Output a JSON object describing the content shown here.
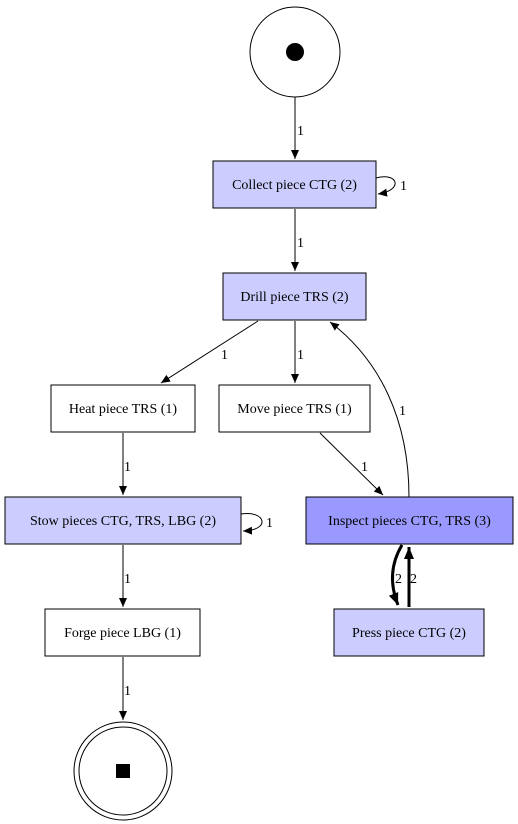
{
  "colors": {
    "white": "#ffffff",
    "light_purple": "#ccccff",
    "medium_purple": "#9999ff"
  },
  "start_place": {
    "icon": "filled-circle-token"
  },
  "end_place": {
    "icon": "filled-square-token"
  },
  "nodes": [
    {
      "id": "collect",
      "label": "Collect piece CTG (2)",
      "fill": "light_purple"
    },
    {
      "id": "drill",
      "label": "Drill piece TRS (2)",
      "fill": "light_purple"
    },
    {
      "id": "heat",
      "label": "Heat piece TRS (1)",
      "fill": "white"
    },
    {
      "id": "move",
      "label": "Move piece TRS (1)",
      "fill": "white"
    },
    {
      "id": "stow",
      "label": "Stow pieces CTG, TRS, LBG (2)",
      "fill": "light_purple"
    },
    {
      "id": "inspect",
      "label": "Inspect pieces CTG, TRS (3)",
      "fill": "medium_purple"
    },
    {
      "id": "forge",
      "label": "Forge piece LBG (1)",
      "fill": "white"
    },
    {
      "id": "press",
      "label": "Press piece CTG (2)",
      "fill": "light_purple"
    }
  ],
  "edges": [
    {
      "id": "start-collect",
      "label": "1"
    },
    {
      "id": "collect-self",
      "label": "1"
    },
    {
      "id": "collect-drill",
      "label": "1"
    },
    {
      "id": "drill-heat",
      "label": "1"
    },
    {
      "id": "drill-move",
      "label": "1"
    },
    {
      "id": "inspect-drill",
      "label": "1"
    },
    {
      "id": "heat-stow",
      "label": "1"
    },
    {
      "id": "move-inspect",
      "label": "1"
    },
    {
      "id": "stow-self",
      "label": "1"
    },
    {
      "id": "stow-forge",
      "label": "1"
    },
    {
      "id": "inspect-press",
      "label": "2"
    },
    {
      "id": "press-inspect",
      "label": "2"
    },
    {
      "id": "forge-end",
      "label": "1"
    }
  ]
}
